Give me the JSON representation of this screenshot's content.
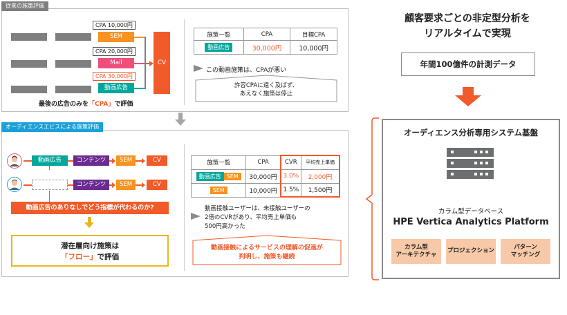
{
  "colors": {
    "orange": "#f15a29",
    "teal": "#00a79d",
    "pink": "#ef4e7b",
    "sem_orange": "#f7931e",
    "purple": "#6b2c91",
    "gray": "#7f7f7f",
    "yellow": "#e8b71e",
    "cyan_header": "#1aa0d8"
  },
  "top_panel": {
    "tab": "従来の施策評価",
    "channels": [
      {
        "cpa": "CPA 10,000円",
        "name": "SEM"
      },
      {
        "cpa": "CPA 20,000円",
        "name": "Mail"
      },
      {
        "cpa": "CPA 30,000円",
        "name": "動画広告"
      }
    ],
    "cv": "CV",
    "caption_pre": "最後の広告のみを",
    "caption_hl": "「CPA」",
    "caption_post": "で評価",
    "table": {
      "headers": [
        "施策一覧",
        "CPA",
        "目標CPA"
      ],
      "row": {
        "name": "動画広告",
        "cpa": "30,000円",
        "target": "10,000円"
      }
    },
    "note": "この動画施策は、CPAが悪い",
    "conclusion_1": "許容CPAに遠く及ばず、",
    "conclusion_2": "あえなく施策は停止"
  },
  "bottom_panel": {
    "tab": "オーディエンスエビスによる施策評価",
    "row1": {
      "ad": "動画広告",
      "content": "コンテンツ",
      "sem": "SEM",
      "cv": "CV"
    },
    "row2": {
      "content": "コンテンツ",
      "sem": "SEM",
      "cv": "CV"
    },
    "question": "動画広告のありなしでどう指標が代わるのか?",
    "result_1": "潜在層向け施策は",
    "result_2_hl": "「フロー」",
    "result_2_post": "で評価",
    "table": {
      "headers": [
        "施策一覧",
        "CPA",
        "CVR",
        "平均売上単価"
      ],
      "rows": [
        {
          "tag1": "動画広告",
          "tag2": "SEM",
          "cpa": "30,000円",
          "cvr": "3.0%",
          "price": "2,000円"
        },
        {
          "tag1": "SEM",
          "cpa": "10,000円",
          "cvr": "1.5%",
          "price": "1,500円"
        }
      ]
    },
    "note_1": "動画接触ユーザーは、未接触ユーザーの",
    "note_2": "2倍のCVRがあり、平均売上単価も",
    "note_3": "500円高かった",
    "conclusion_1": "動画接触によるサービスの理解の促進が",
    "conclusion_2": "判明し、施策も継続"
  },
  "right": {
    "title_1": "顧客要求ごとの非定型分析を",
    "title_2": "リアルタイムで実現",
    "data_box": "年間100億件の計測データ",
    "system_title": "オーディエンス分析専用システム基盤",
    "db_label": "カラム型データベース",
    "platform": "HPE Vertica Analytics Platform",
    "features": [
      "カラム型\nアーキテクチャ",
      "プロジェクション",
      "パターン\nマッチング"
    ]
  }
}
